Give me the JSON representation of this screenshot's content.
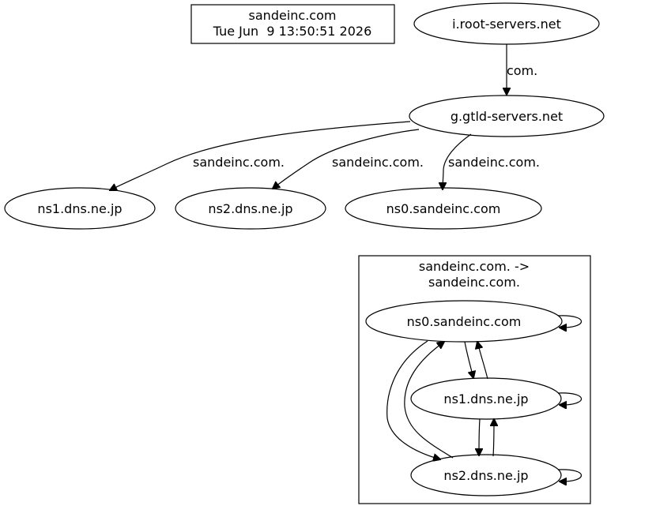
{
  "header": {
    "domain": "sandeinc.com",
    "timestamp": "Tue Jun  9 13:50:51 2026"
  },
  "nodes": {
    "root": "i.root-servers.net",
    "gtld": "g.gtld-servers.net",
    "ns1": "ns1.dns.ne.jp",
    "ns2": "ns2.dns.ne.jp",
    "ns0": "ns0.sandeinc.com"
  },
  "edge_labels": {
    "root_to_gtld": "com.",
    "gtld_to_ns1": "sandeinc.com.",
    "gtld_to_ns2": "sandeinc.com.",
    "gtld_to_ns0": "sandeinc.com."
  },
  "cluster": {
    "title_line1": "sandeinc.com. ->",
    "title_line2": "sandeinc.com.",
    "nodes": {
      "ns0": "ns0.sandeinc.com",
      "ns1": "ns1.dns.ne.jp",
      "ns2": "ns2.dns.ne.jp"
    }
  }
}
